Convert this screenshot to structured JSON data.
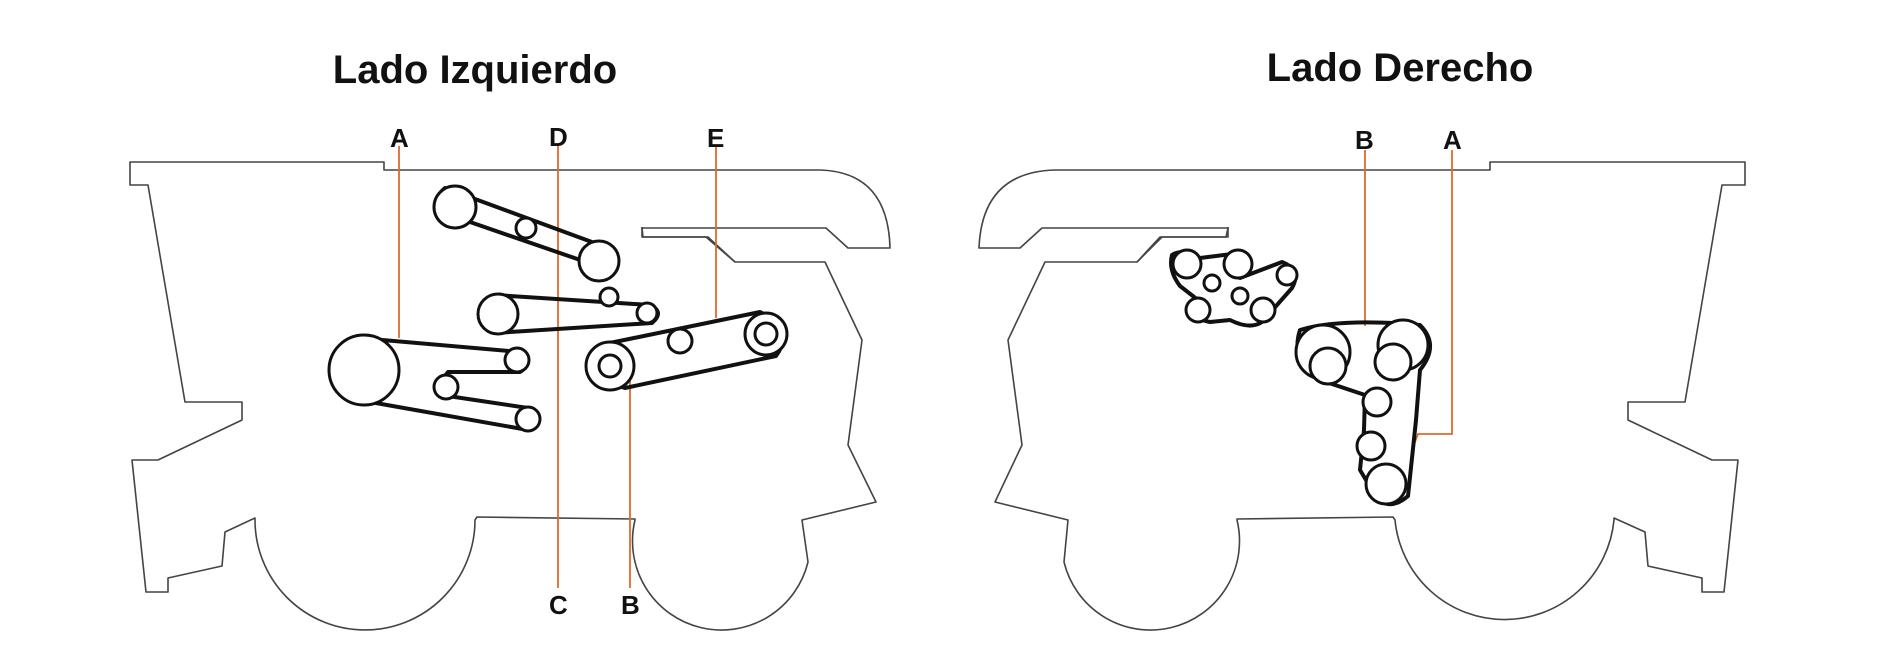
{
  "left_panel": {
    "title": "Lado Izquierdo",
    "callouts": {
      "A": "A",
      "D": "D",
      "E": "E",
      "C": "C",
      "B": "B"
    }
  },
  "right_panel": {
    "title": "Lado Derecho",
    "callouts": {
      "B": "B",
      "A": "A"
    }
  },
  "colors": {
    "leader_line": "#e06a2c",
    "outline": "#444444",
    "belt": "#111111"
  }
}
